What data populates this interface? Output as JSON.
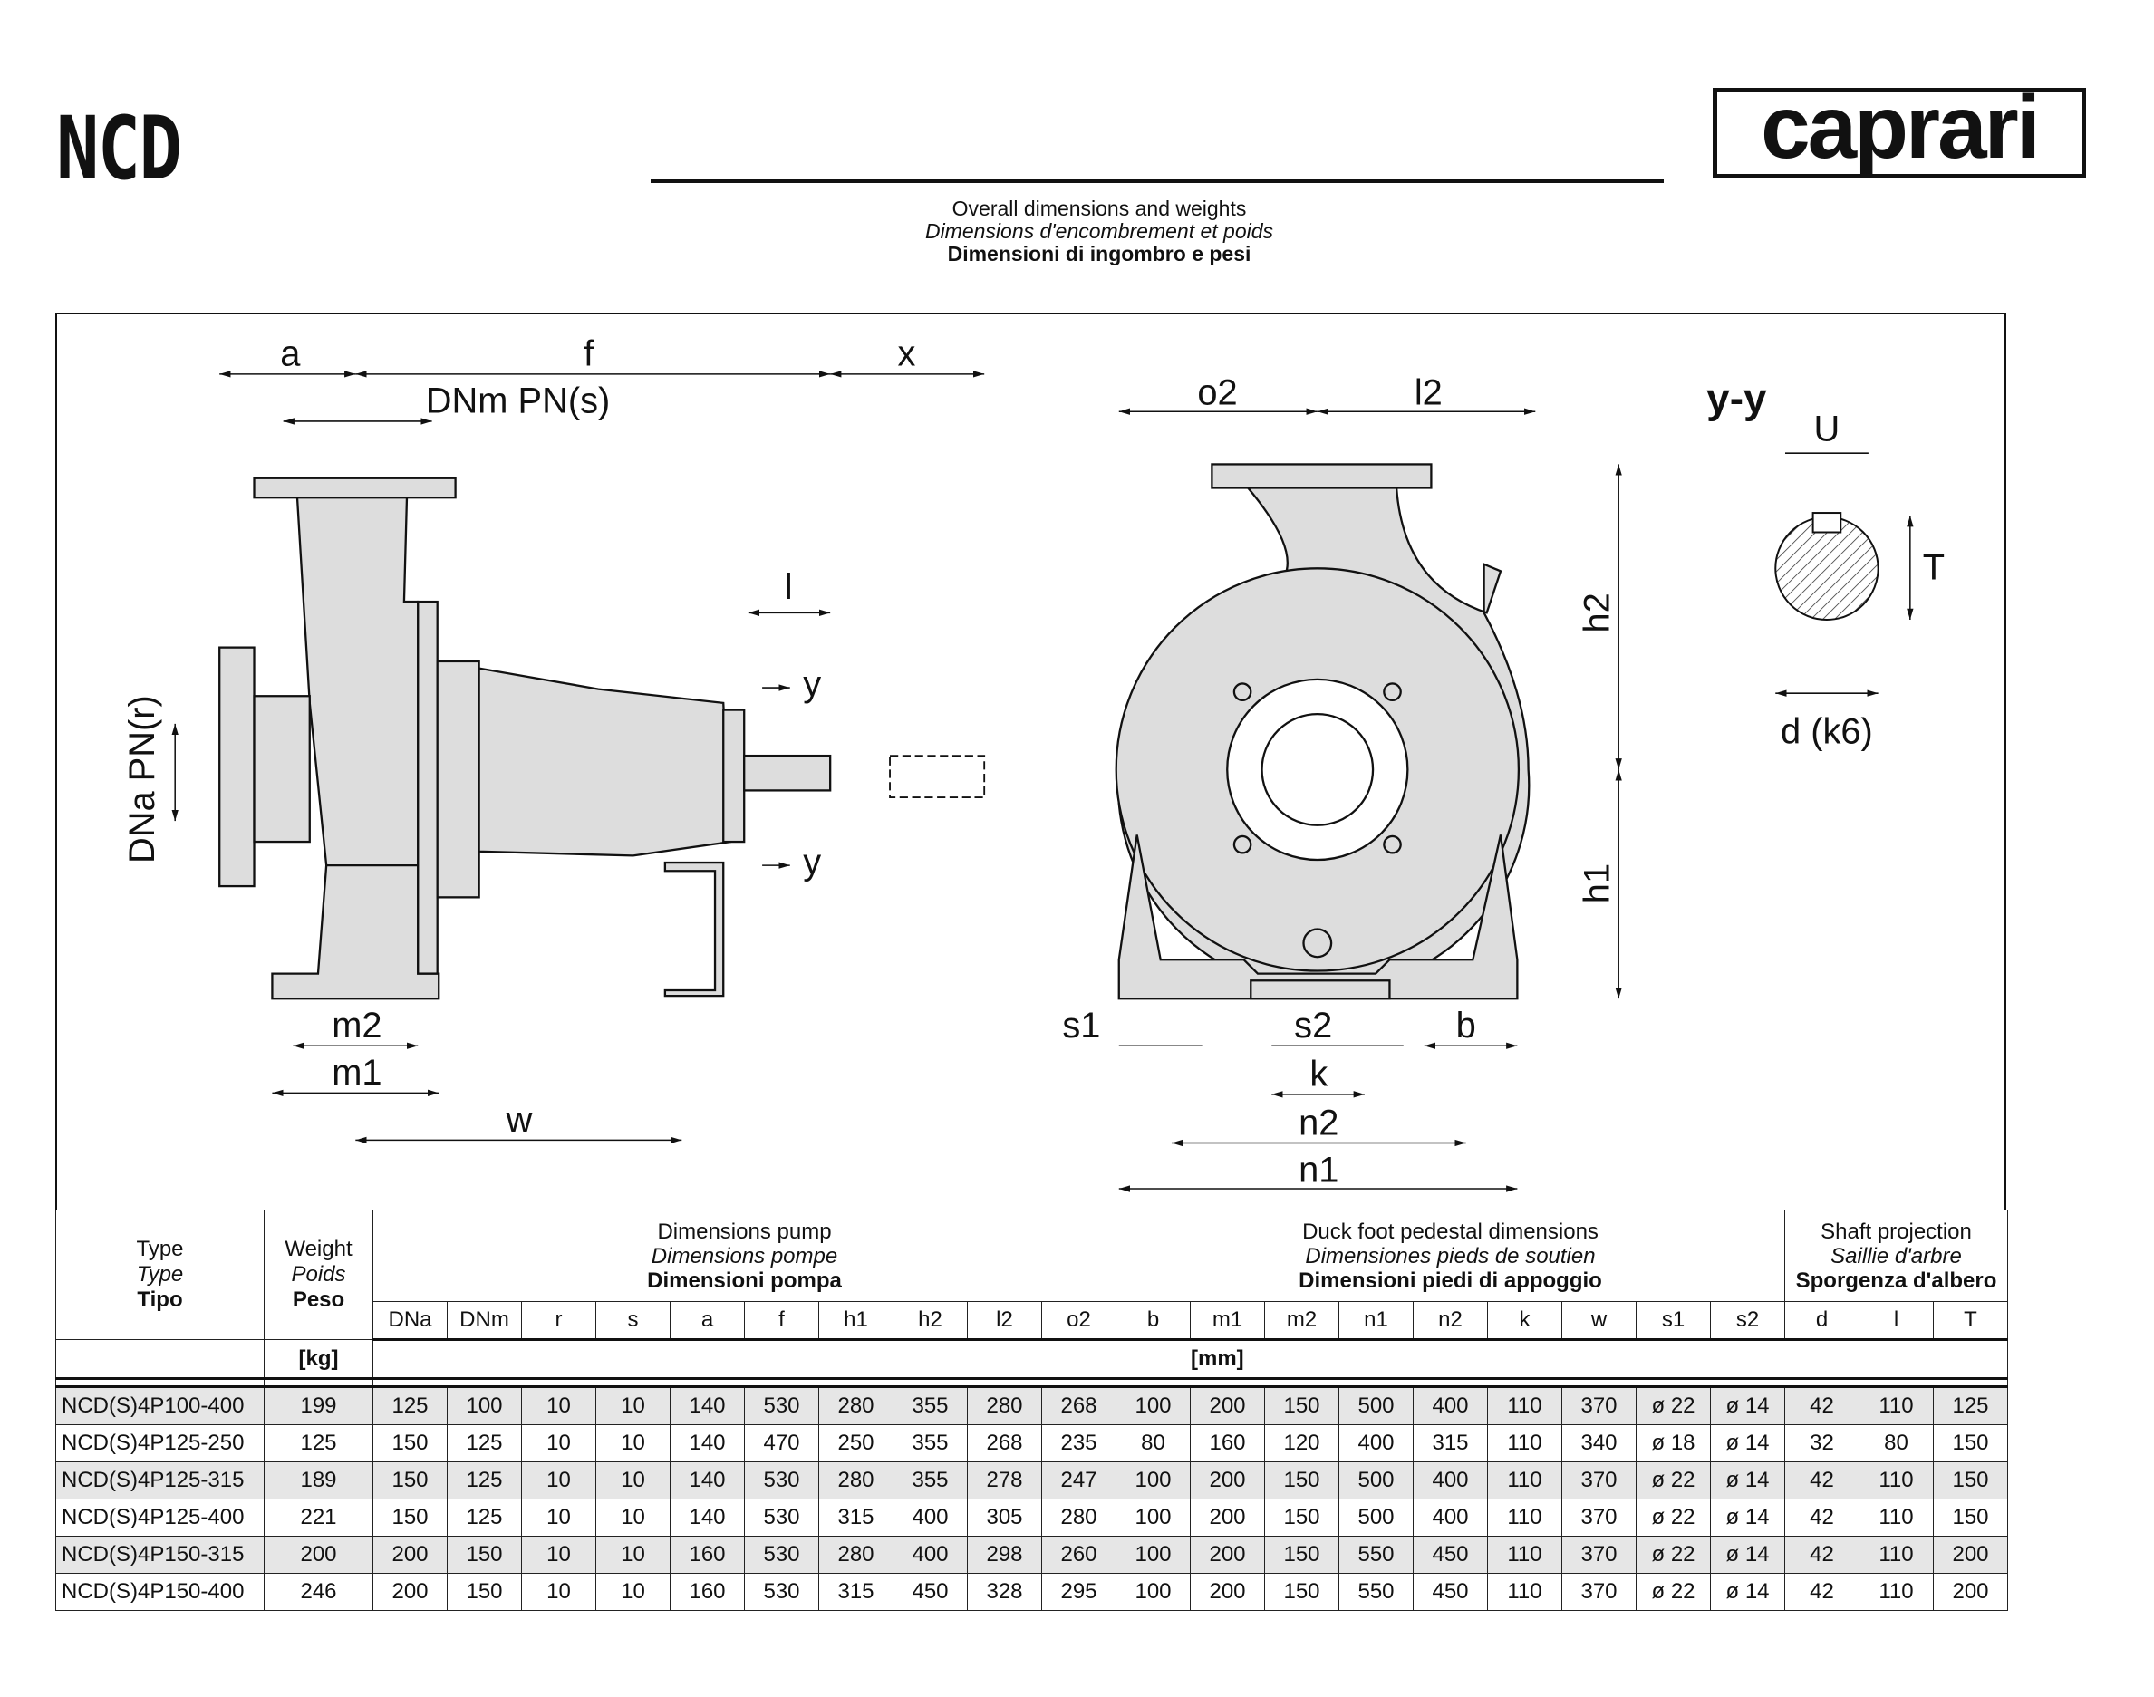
{
  "header": {
    "title": "NCD",
    "logo": "caprari",
    "subtitle_en": "Overall dimensions and weights",
    "subtitle_fr": "Dimensions d'encombrement et poids",
    "subtitle_it": "Dimensioni di ingombro e pesi"
  },
  "drawing": {
    "labels": {
      "a": "a",
      "f": "f",
      "x": "x",
      "dnm": "DNm PN(s)",
      "dna": "DNa PN(r)",
      "l": "l",
      "y1": "y",
      "y2": "y",
      "m2": "m2",
      "m1": "m1",
      "w": "w",
      "o2": "o2",
      "l2": "l2",
      "h2": "h2",
      "h1": "h1",
      "s1": "s1",
      "s2": "s2",
      "b": "b",
      "k": "k",
      "n2": "n2",
      "n1": "n1",
      "yy": "y-y",
      "U": "U",
      "T": "T",
      "d": "d (k6)"
    }
  },
  "table": {
    "type_hdr": [
      "Type",
      "Type",
      "Tipo"
    ],
    "weight_hdr": [
      "Weight",
      "Poids",
      "Peso"
    ],
    "pump_hdr": [
      "Dimensions pump",
      "Dimensions pompe",
      "Dimensioni pompa"
    ],
    "foot_hdr": [
      "Duck foot pedestal dimensions",
      "Dimensiones pieds de soutien",
      "Dimensioni piedi di appoggio"
    ],
    "shaft_hdr": [
      "Shaft projection",
      "Saillie d'arbre",
      "Sporgenza d'albero"
    ],
    "columns": [
      "DNa",
      "DNm",
      "r",
      "s",
      "a",
      "f",
      "h1",
      "h2",
      "l2",
      "o2",
      "b",
      "m1",
      "m2",
      "n1",
      "n2",
      "k",
      "w",
      "s1",
      "s2",
      "d",
      "l",
      "T"
    ],
    "unit_kg": "[kg]",
    "unit_mm": "[mm]",
    "rows": [
      [
        "NCD(S)4P100-400",
        "199",
        "125",
        "100",
        "10",
        "10",
        "140",
        "530",
        "280",
        "355",
        "280",
        "268",
        "100",
        "200",
        "150",
        "500",
        "400",
        "110",
        "370",
        "ø 22",
        "ø 14",
        "42",
        "110",
        "125"
      ],
      [
        "NCD(S)4P125-250",
        "125",
        "150",
        "125",
        "10",
        "10",
        "140",
        "470",
        "250",
        "355",
        "268",
        "235",
        "80",
        "160",
        "120",
        "400",
        "315",
        "110",
        "340",
        "ø 18",
        "ø 14",
        "32",
        "80",
        "150"
      ],
      [
        "NCD(S)4P125-315",
        "189",
        "150",
        "125",
        "10",
        "10",
        "140",
        "530",
        "280",
        "355",
        "278",
        "247",
        "100",
        "200",
        "150",
        "500",
        "400",
        "110",
        "370",
        "ø 22",
        "ø 14",
        "42",
        "110",
        "150"
      ],
      [
        "NCD(S)4P125-400",
        "221",
        "150",
        "125",
        "10",
        "10",
        "140",
        "530",
        "315",
        "400",
        "305",
        "280",
        "100",
        "200",
        "150",
        "500",
        "400",
        "110",
        "370",
        "ø 22",
        "ø 14",
        "42",
        "110",
        "150"
      ],
      [
        "NCD(S)4P150-315",
        "200",
        "200",
        "150",
        "10",
        "10",
        "160",
        "530",
        "280",
        "400",
        "298",
        "260",
        "100",
        "200",
        "150",
        "550",
        "450",
        "110",
        "370",
        "ø 22",
        "ø 14",
        "42",
        "110",
        "200"
      ],
      [
        "NCD(S)4P150-400",
        "246",
        "200",
        "150",
        "10",
        "10",
        "160",
        "530",
        "315",
        "450",
        "328",
        "295",
        "100",
        "200",
        "150",
        "550",
        "450",
        "110",
        "370",
        "ø 22",
        "ø 14",
        "42",
        "110",
        "200"
      ]
    ]
  }
}
